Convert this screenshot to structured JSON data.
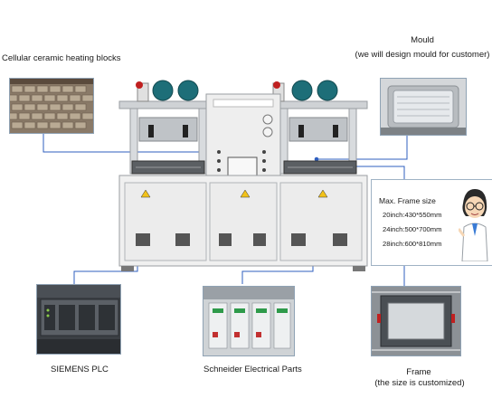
{
  "labels": {
    "heating": "Cellular ceramic heating blocks",
    "mould_title": "Mould",
    "mould_note": "(we will design mould for customer)",
    "plc": "SIEMENS PLC",
    "schneider": "Schneider Electrical Parts",
    "frame_title": "Frame",
    "frame_note": "(the size is customized)"
  },
  "spec_box": {
    "title": "Max. Frame size",
    "sizes": [
      "20inch:430*550mm",
      "24inch:500*700mm",
      "28inch:600*810mm"
    ]
  },
  "colors": {
    "connector": "#2f5fbf",
    "frame_border": "#8fa2b4",
    "machine_body": "#e6e6e6",
    "motor_teal": "#1d6e78",
    "motor_accent": "#c02020"
  },
  "icons": {
    "callout_character": "cartoon-scientist-icon",
    "warning_sticker": "warning-triangle-icon"
  }
}
